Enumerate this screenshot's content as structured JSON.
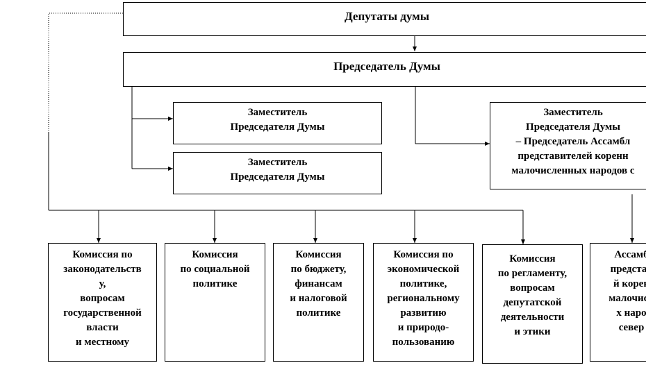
{
  "boxes": {
    "deputies": "Депутаты  думы",
    "chairman": "Председатель  Думы",
    "deputy1": "Заместитель\nПредседателя Думы",
    "deputy2": "Заместитель\nПредседателя Думы",
    "deputy3": "Заместитель\nПредседателя Думы\n– Председатель Ассамбл\nпредставителей коренн\nмалочисленных народов с",
    "com1": "Комиссия по\nзаконодательств\nу,\nвопросам\nгосударственной\nвласти\nи местному",
    "com2": "Комиссия\nпо социальной\nполитике",
    "com3": "Комиссия\nпо бюджету,\nфинансам\nи налоговой\nполитике",
    "com4": "Комиссия по\nэкономической\nполитике,\nрегиональному\nразвитию\nи природо-\nпользованию",
    "com5": "Комиссия\nпо регламенту,\nвопросам\nдепутатской\nдеятельности\nи этики",
    "com6": "Ассамб\nпредстав\nй корен\nмалочисл\nх наро\nсевер"
  }
}
